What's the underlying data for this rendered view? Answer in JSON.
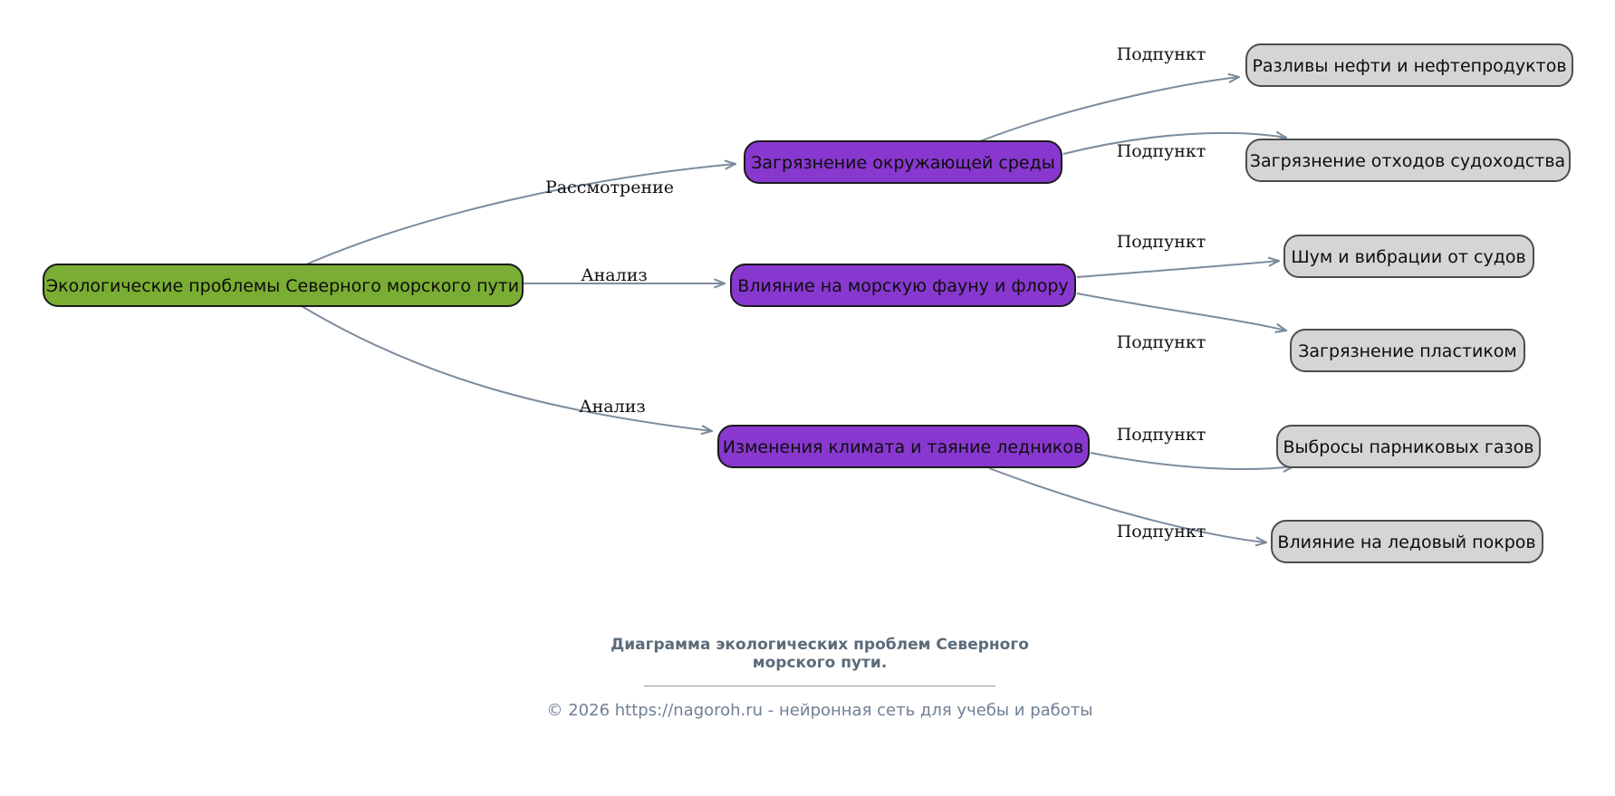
{
  "diagram": {
    "edge_color": "#7b8c9e",
    "root": {
      "label": "Экологические проблемы Северного морского пути",
      "fill": "#7aad33",
      "border": "#1a1a1a"
    },
    "branch_fill": "#8838cf",
    "leaf_fill": "#d5d5d5",
    "leaf_border": "#4d4d4d",
    "branches": [
      {
        "label": "Загрязнение окружающей среды",
        "edge_label": "Рассмотрение",
        "children": [
          {
            "label": "Разливы нефти и нефтепродуктов",
            "edge_label": "Подпункт"
          },
          {
            "label": "Загрязнение отходов судоходства",
            "edge_label": "Подпункт"
          }
        ]
      },
      {
        "label": "Влияние на морскую фауну и флору",
        "edge_label": "Анализ",
        "children": [
          {
            "label": "Шум и вибрации от судов",
            "edge_label": "Подпункт"
          },
          {
            "label": "Загрязнение пластиком",
            "edge_label": "Подпункт"
          }
        ]
      },
      {
        "label": "Изменения климата и таяние ледников",
        "edge_label": "Анализ",
        "children": [
          {
            "label": "Выбросы парниковых газов",
            "edge_label": "Подпункт"
          },
          {
            "label": "Влияние на ледовый покров",
            "edge_label": "Подпункт"
          }
        ]
      }
    ]
  },
  "caption": {
    "text": "Диаграмма экологических проблем Северного морского пути.",
    "color": "#5b6b7b"
  },
  "footer": {
    "text": "© 2026 https://nagoroh.ru - нейронная сеть для учебы и работы",
    "color": "#6f8094"
  }
}
